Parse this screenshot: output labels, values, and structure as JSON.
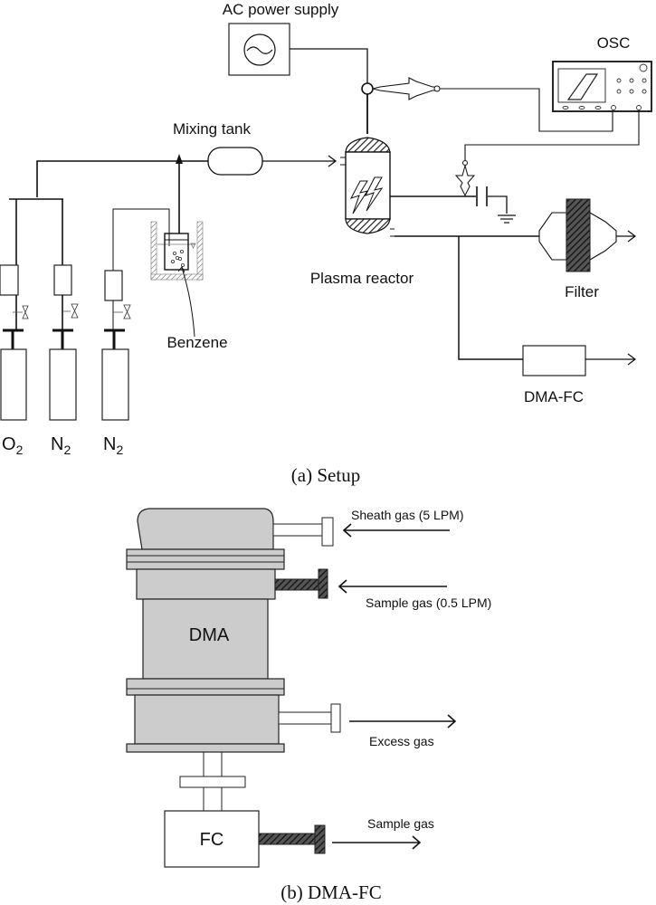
{
  "setup": {
    "caption": "(a) Setup",
    "labels": {
      "ac_power_supply": "AC power supply",
      "osc": "OSC",
      "mixing_tank": "Mixing tank",
      "plasma_reactor": "Plasma reactor",
      "filter": "Filter",
      "dma_fc": "DMA-FC",
      "benzene": "Benzene"
    },
    "cylinders": [
      {
        "base": "O",
        "sub": "2"
      },
      {
        "base": "N",
        "sub": "2"
      },
      {
        "base": "N",
        "sub": "2"
      }
    ]
  },
  "dma_fc": {
    "caption": "(b) DMA-FC",
    "labels": {
      "dma": "DMA",
      "fc": "FC",
      "sheath_gas": "Sheath gas (5 LPM)",
      "sample_gas_in": "Sample gas (0.5 LPM)",
      "excess_gas": "Excess gas",
      "sample_gas_out": "Sample gas"
    }
  }
}
